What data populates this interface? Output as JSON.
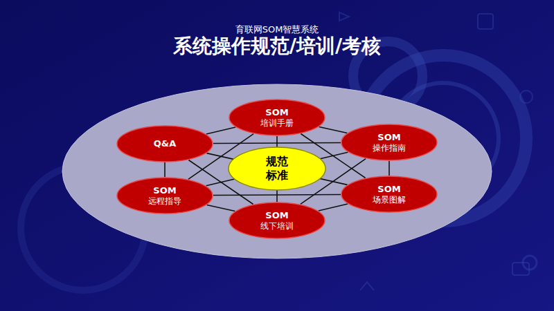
{
  "diagram": {
    "title": "系统操作规范/培训/考核",
    "nodes": [
      {
        "text": [
          "SOM",
          "培训手册"
        ]
      },
      {
        "text": [
          "Q&A"
        ]
      },
      {
        "text": [
          "SOM",
          "操作指南"
        ]
      },
      {
        "text": [
          "规范 标准"
        ]
      },
      {
        "text": [
          "SOM",
          "远程指导"
        ]
      },
      {
        "text": [
          "SOM",
          "场景图解"
        ]
      },
      {
        "text": [
          "SOM",
          "线下培训"
        ]
      }
    ],
    "edges": [
      {
        "from": 0,
        "to": 1,
        "arrow": "none"
      },
      {
        "from": 0,
        "to": 2,
        "arrow": "none"
      },
      {
        "from": 0,
        "to": 4,
        "arrow": "none"
      },
      {
        "from": 0,
        "to": 5,
        "arrow": "none"
      },
      {
        "from": 0,
        "to": 6,
        "arrow": "none"
      },
      {
        "from": 1,
        "to": 2,
        "arrow": "none"
      },
      {
        "from": 1,
        "to": 4,
        "arrow": "none"
      },
      {
        "from": 1,
        "to": 5,
        "arrow": "none"
      },
      {
        "from": 1,
        "to": 6,
        "arrow": "none"
      },
      {
        "from": 2,
        "to": 4,
        "arrow": "none"
      },
      {
        "from": 2,
        "to": 5,
        "arrow": "none"
      },
      {
        "from": 2,
        "to": 6,
        "arrow": "none"
      },
      {
        "from": 4,
        "to": 5,
        "arrow": "none"
      },
      {
        "from": 4,
        "to": 6,
        "arrow": "none"
      },
      {
        "from": 5,
        "to": 6,
        "arrow": "none"
      }
    ],
    "labels": [
      "育联网SOM智慧系统"
    ]
  }
}
